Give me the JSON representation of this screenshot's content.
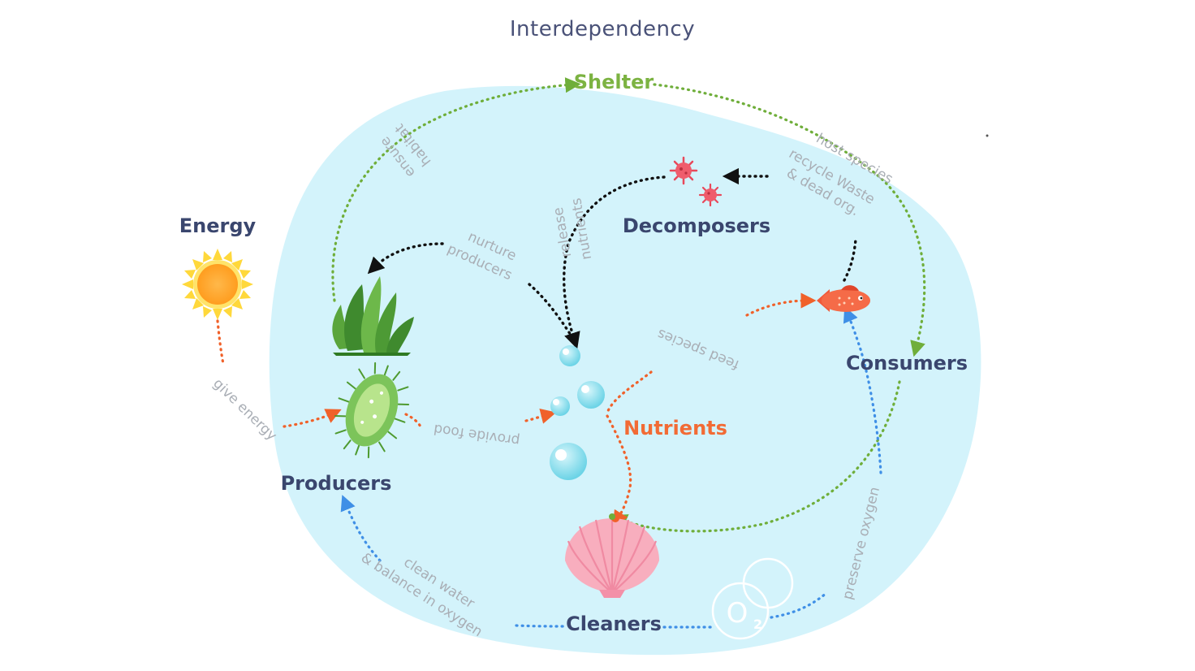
{
  "diagram": {
    "title": "Interdependency",
    "nodes": {
      "shelter": "Shelter",
      "energy": "Energy",
      "decomposers": "Decomposers",
      "consumers": "Consumers",
      "nutrients": "Nutrients",
      "producers": "Producers",
      "cleaners": "Cleaners",
      "oxygen_symbol": "O",
      "oxygen_subscript": "2"
    },
    "relations": {
      "ensure_habitat_line1": "ensure",
      "ensure_habitat_line2": "habitat",
      "host_species": "host species",
      "recycle_line1": "recycle Waste",
      "recycle_line2": "& dead org.",
      "release_line1": "release",
      "release_line2": "nutrients",
      "nurture_line1": "nurture",
      "nurture_line2": "producers",
      "feed_species": "feed species",
      "give_energy": "give energy",
      "provide_food": "provide food",
      "clean_line1": "clean water",
      "clean_line2": "& balance in oxygen",
      "preserve_oxygen": "preserve oxygen"
    },
    "colors": {
      "blob": "#d3f3fb",
      "green_arrow": "#6fae3a",
      "black_arrow": "#111111",
      "orange_arrow": "#f0612a",
      "blue_arrow": "#3f8fe6",
      "node_label": "#3a466e"
    },
    "icons": [
      "sun-icon",
      "seaweed-icon",
      "algae-icon",
      "bacteria-icon",
      "fish-icon",
      "bubbles-icon",
      "shell-icon",
      "oxygen-icon"
    ]
  }
}
